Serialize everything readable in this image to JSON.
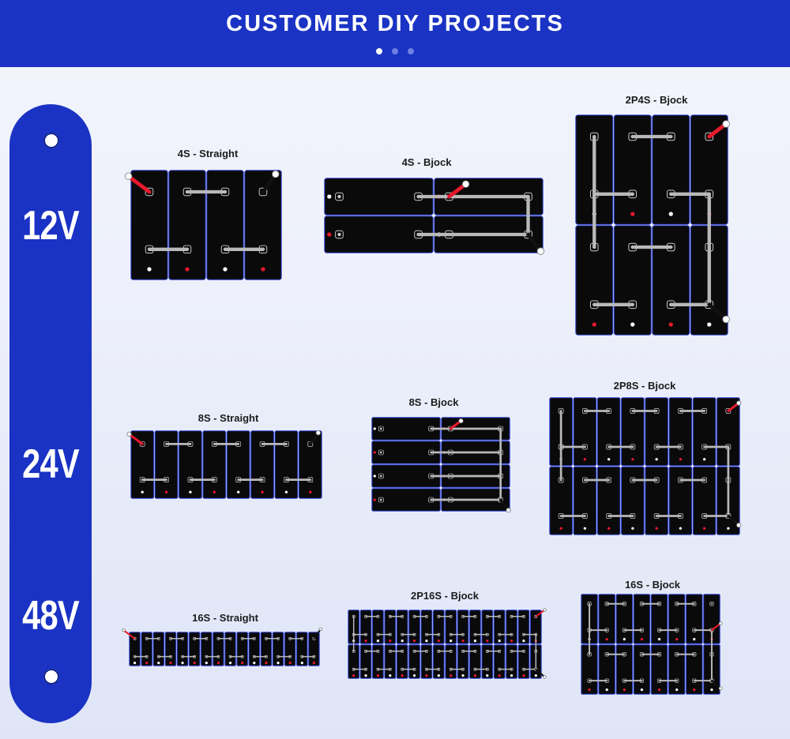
{
  "header": {
    "title": "CUSTOMER DIY PROJECTS",
    "dots": 3,
    "active_dot": 0
  },
  "voltages": [
    "12V",
    "24V",
    "48V"
  ],
  "colors": {
    "brand": "#1a33c4",
    "cell": "#0a0a0a",
    "busbar": "#b9b9b9",
    "positive": "#e8192c",
    "negative": "#111111"
  },
  "configs": [
    {
      "label": "4S - Straight",
      "voltage": "12V"
    },
    {
      "label": "4S - Bjock",
      "voltage": "12V"
    },
    {
      "label": "2P4S - Bjock",
      "voltage": "12V"
    },
    {
      "label": "8S - Straight",
      "voltage": "24V"
    },
    {
      "label": "8S - Bjock",
      "voltage": "24V"
    },
    {
      "label": "2P8S - Bjock",
      "voltage": "24V"
    },
    {
      "label": "16S - Straight",
      "voltage": "48V"
    },
    {
      "label": "2P16S - Bjock",
      "voltage": "48V"
    },
    {
      "label": "16S - Bjock",
      "voltage": "48V"
    }
  ]
}
